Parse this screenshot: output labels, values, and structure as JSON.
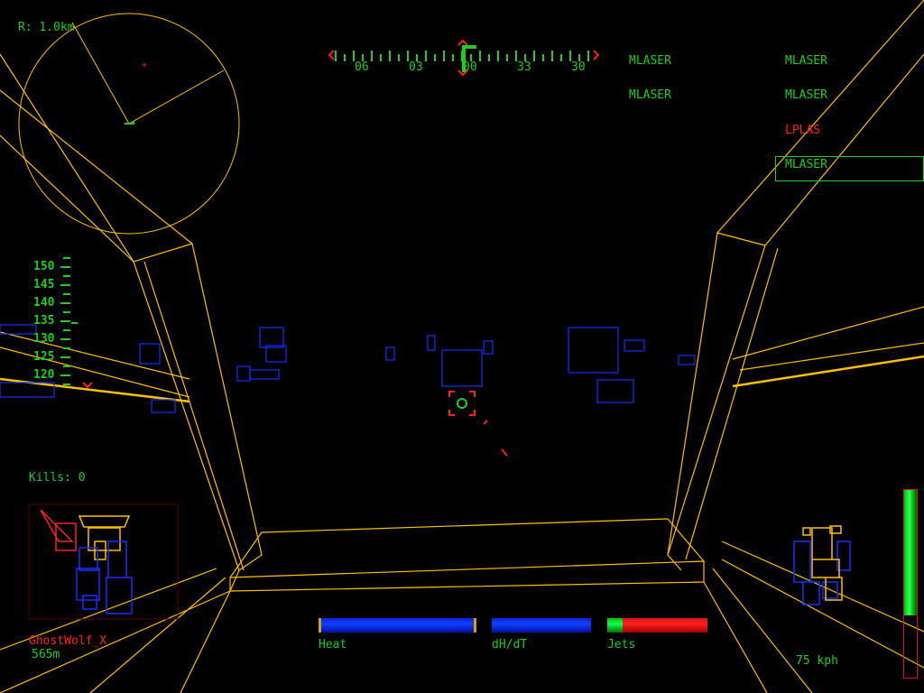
{
  "radar": {
    "range_label": "R: 1.0km"
  },
  "compass": {
    "labels": [
      "06",
      "03",
      "00",
      "33",
      "30"
    ]
  },
  "weapons": {
    "left": [
      {
        "label": "MLASER"
      },
      {
        "label": "MLASER"
      }
    ],
    "right": [
      {
        "label": "MLASER",
        "status": "ready"
      },
      {
        "label": "MLASER",
        "status": "ready"
      },
      {
        "label": "LPLAS",
        "status": "recharging"
      },
      {
        "label": "MLASER",
        "status": "selected"
      }
    ]
  },
  "altimeter": {
    "labels": [
      "150",
      "145",
      "140",
      "135",
      "130",
      "125",
      "120"
    ]
  },
  "kills": "Kills: 0",
  "target": {
    "name": "GhostWolf_X",
    "distance": "565m"
  },
  "gauges": {
    "heat": {
      "label": "Heat",
      "fill": 1.0
    },
    "dhdt": {
      "label": "dH/dT",
      "fill": 1.0
    },
    "jets": {
      "label": "Jets",
      "fill": 0.15
    }
  },
  "speed": {
    "label": "75 kph",
    "throttle_fill": 0.67
  },
  "colors": {
    "hud": "#1fcc1f",
    "frame": "#ffc000",
    "buildings": "#1030ff",
    "warn": "#ff2020"
  }
}
